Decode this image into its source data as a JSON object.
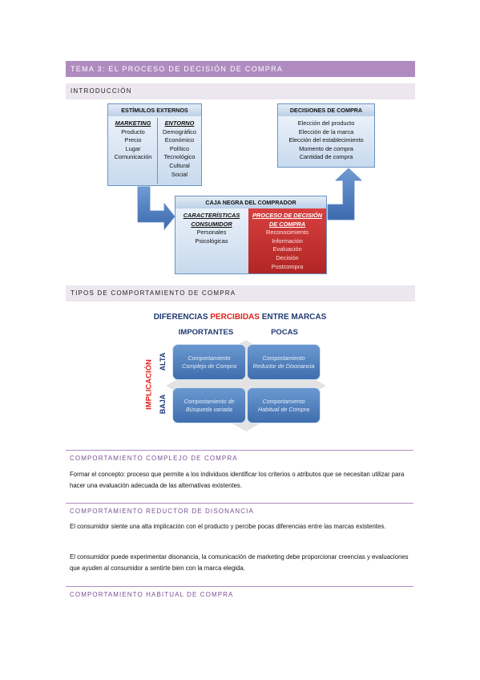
{
  "title_banner": "TEMA 3: EL PROCESO DE DECISIÓN DE COMPRA",
  "section_intro": "INTRODUCCIÓN",
  "diagram1": {
    "estimulos": {
      "header": "ESTÍMULOS EXTERNOS",
      "marketing": {
        "title": "MARKETING",
        "items": [
          "Producto",
          "Precio",
          "Lugar",
          "Comunicación"
        ]
      },
      "entorno": {
        "title": "ENTORNO",
        "items": [
          "Demográfico",
          "Económico",
          "Político",
          "Tecnológico",
          "Cultural",
          "Social"
        ]
      }
    },
    "decisiones": {
      "header": "DECISIONES DE COMPRA",
      "items": [
        "Elección del producto",
        "Elección de la marca",
        "Elección del establecimiento",
        "Momento de compra",
        "Cantidad de compra"
      ]
    },
    "caja_negra": {
      "header": "CAJA NEGRA DEL COMPRADOR",
      "caracteristicas": {
        "title_line1": "CARACTERÍSTICAS",
        "title_line2": "CONSUMIDOR",
        "items": [
          "Personales",
          "Psicológicas"
        ]
      },
      "proceso": {
        "title_line1": "PROCESO DE DECISIÓN",
        "title_line2": "DE COMPRA",
        "items": [
          "Reconocimiento",
          "Información",
          "Evaluación",
          "Decisión",
          "Postcompra"
        ]
      }
    }
  },
  "section_tipos": "TIPOS DE COMPORTAMIENTO DE COMPRA",
  "diagram2": {
    "title_pre": "DIFERENCIAS ",
    "title_highlight": "PERCIBIDAS",
    "title_post": " ENTRE MARCAS",
    "col_important": "IMPORTANTES",
    "col_few": "POCAS",
    "axis_implicacion": "IMPLICACIÓN",
    "row_alta": "ALTA",
    "row_baja": "BAJA",
    "q1": "Comportamiento Complejo de Compra",
    "q2": "Comportamiento Reductor de Disonancia",
    "q3": "Comportamiento de Búsqueda variada",
    "q4": "Comportamiento Habitual de Compra"
  },
  "sections": {
    "complejo": {
      "heading": "COMPORTAMIENTO COMPLEJO DE COMPRA",
      "text": "Formar el concepto: proceso que permite a los individuos identificar los criterios o atributos que se necesitan utilizar para hacer una evaluación adecuada de las alternativas existentes."
    },
    "reductor": {
      "heading": "COMPORTAMIENTO REDUCTOR DE DISONANCIA",
      "text1": "El consumidor siente una alta implicación con el producto y percibe pocas diferencias entre las marcas existentes.",
      "text2": "El consumidor puede experimentar disonancia, la comunicación de marketing debe proporcionar creencias y evaluaciones que ayuden al consumidor a sentirte bien con la marca elegida."
    },
    "habitual": {
      "heading": "COMPORTAMIENTO HABITUAL DE COMPRA"
    }
  },
  "colors": {
    "accent": "#b08bc0",
    "box_border": "#6a93c4",
    "red": "#c0302e",
    "quad_blue": "#4f7fbf",
    "navy": "#1f3a73"
  }
}
